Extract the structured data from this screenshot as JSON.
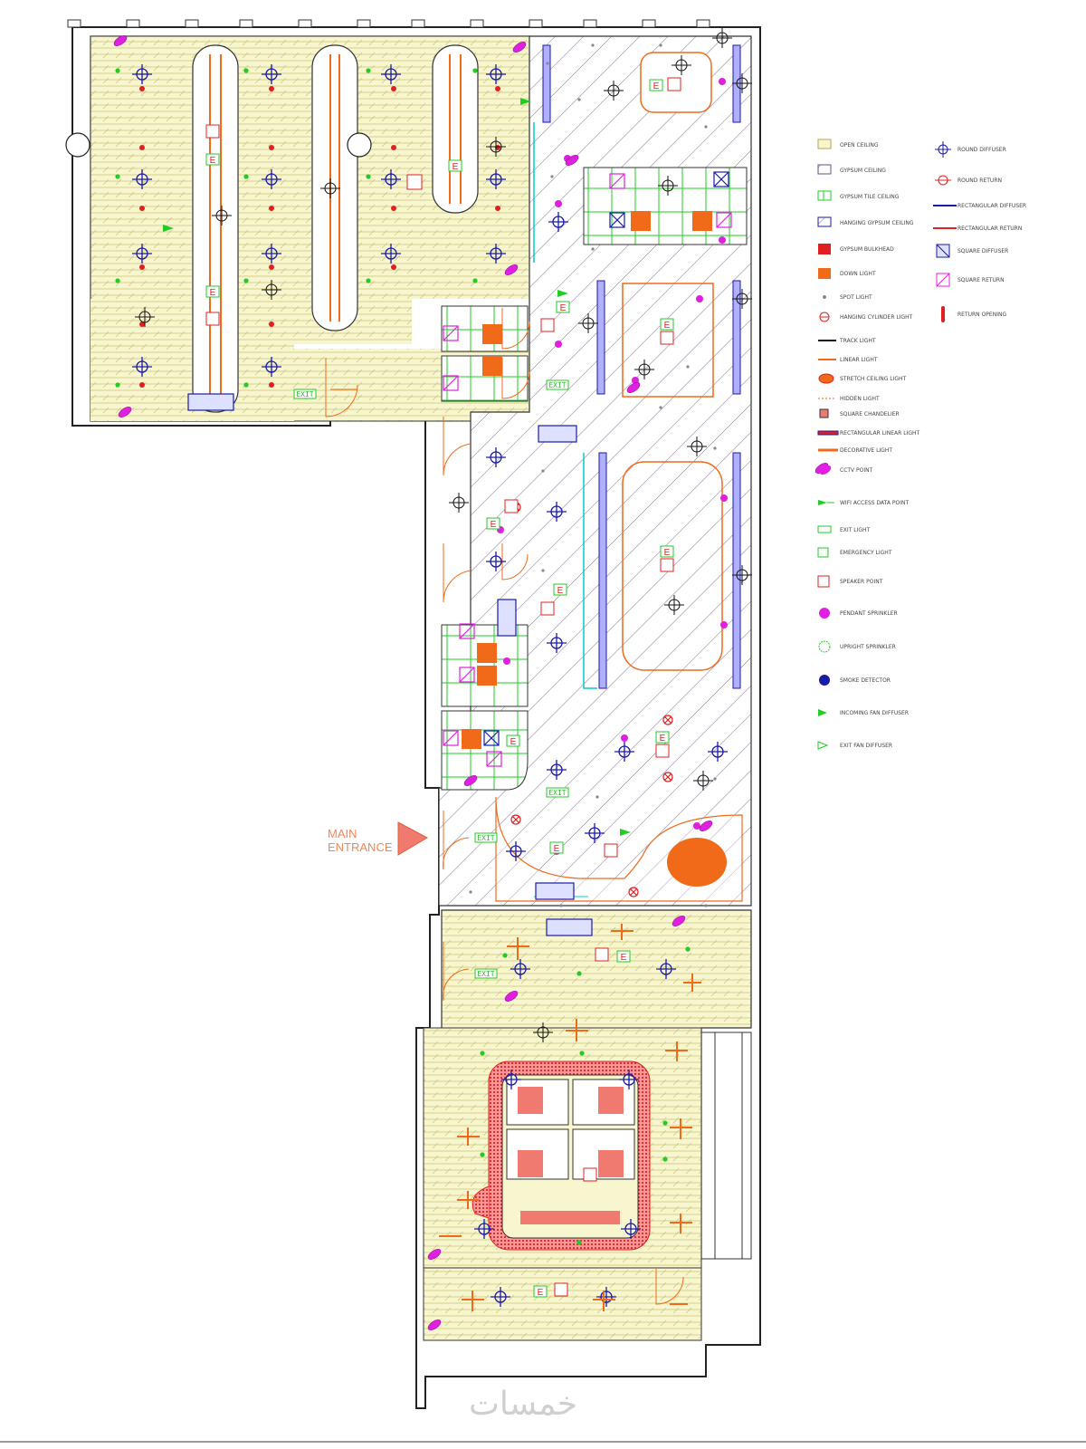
{
  "plan": {
    "entrance_label_line1": "MAIN",
    "entrance_label_line2": "ENTRANCE",
    "exit_sign_text": "EXIT",
    "emergency_letter": "E",
    "watermark": "خمسات",
    "colors": {
      "open_ceiling_yellow": "#f6f2b8",
      "gypsum_hatch": "#6b4f7f",
      "grid_green": "#22cc22",
      "red": "#e02020",
      "orange": "#f06a1a",
      "blue": "#1a1aa8",
      "magenta": "#e020e0",
      "cyan": "#00cccc",
      "salmon": "#f07a70"
    },
    "legend_left": [
      {
        "icon": "open-ceiling-swatch",
        "label": "OPEN CEILING"
      },
      {
        "icon": "gypsum-ceiling-swatch",
        "label": "GYPSUM CEILING"
      },
      {
        "icon": "gypsum-tile-ceiling-swatch",
        "label": "GYPSUM TILE CEILING"
      },
      {
        "icon": "hanging-gypsum-ceiling-swatch",
        "label": "HANGING GYPSUM CEILING"
      },
      {
        "icon": "gypsum-bulkhead-swatch",
        "label": "GYPSUM BULKHEAD"
      },
      {
        "icon": "down-light-swatch",
        "label": "DOWN LIGHT"
      },
      {
        "icon": "spot-light-icon",
        "label": "SPOT LIGHT"
      },
      {
        "icon": "hanging-cylinder-icon",
        "label": "HANGING CYLINDER LIGHT"
      },
      {
        "icon": "track-light-icon",
        "label": "TRACK LIGHT"
      },
      {
        "icon": "linear-light-icon",
        "label": "LINEAR LIGHT"
      },
      {
        "icon": "stretch-ceiling-icon",
        "label": "STRETCH CEILING LIGHT"
      },
      {
        "icon": "hidden-light-icon",
        "label": "HIDDEN LIGHT"
      },
      {
        "icon": "square-chandelier-icon",
        "label": "SQUARE CHANDELIER"
      },
      {
        "icon": "rectangular-linear-icon",
        "label": "RECTANGULAR LINEAR LIGHT"
      },
      {
        "icon": "decorative-light-icon",
        "label": "DECORATIVE LIGHT"
      },
      {
        "icon": "cctv-icon",
        "label": "CCTV POINT"
      },
      {
        "icon": "wifi-icon",
        "label": "WIFI ACCESS DATA POINT"
      },
      {
        "icon": "exit-light-icon",
        "label": "EXIT LIGHT"
      },
      {
        "icon": "emergency-light-icon",
        "label": "EMERGENCY LIGHT"
      },
      {
        "icon": "speaker-icon",
        "label": "SPEAKER POINT"
      },
      {
        "icon": "pendant-sprinkler-icon",
        "label": "PENDANT SPRINKLER"
      },
      {
        "icon": "upright-sprinkler-icon",
        "label": "UPRIGHT SPRINKLER"
      },
      {
        "icon": "smoke-detector-icon",
        "label": "SMOKE DETECTOR"
      },
      {
        "icon": "incoming-fan-icon",
        "label": "INCOMING FAN DIFFUSER"
      },
      {
        "icon": "exit-fan-icon",
        "label": "EXIT FAN DIFFUSER"
      }
    ],
    "legend_right": [
      {
        "icon": "round-diffuser-icon",
        "label": "ROUND DIFFUSER"
      },
      {
        "icon": "round-return-icon",
        "label": "ROUND RETURN"
      },
      {
        "icon": "rect-diffuser-icon",
        "label": "RECTANGULAR DIFFUSER"
      },
      {
        "icon": "rect-return-icon",
        "label": "RECTANGULAR RETURN"
      },
      {
        "icon": "square-diffuser-icon",
        "label": "SQUARE DIFFUSER"
      },
      {
        "icon": "square-return-icon",
        "label": "SQUARE RETURN"
      },
      {
        "icon": "return-opening-icon",
        "label": "RETURN OPENING"
      }
    ]
  }
}
